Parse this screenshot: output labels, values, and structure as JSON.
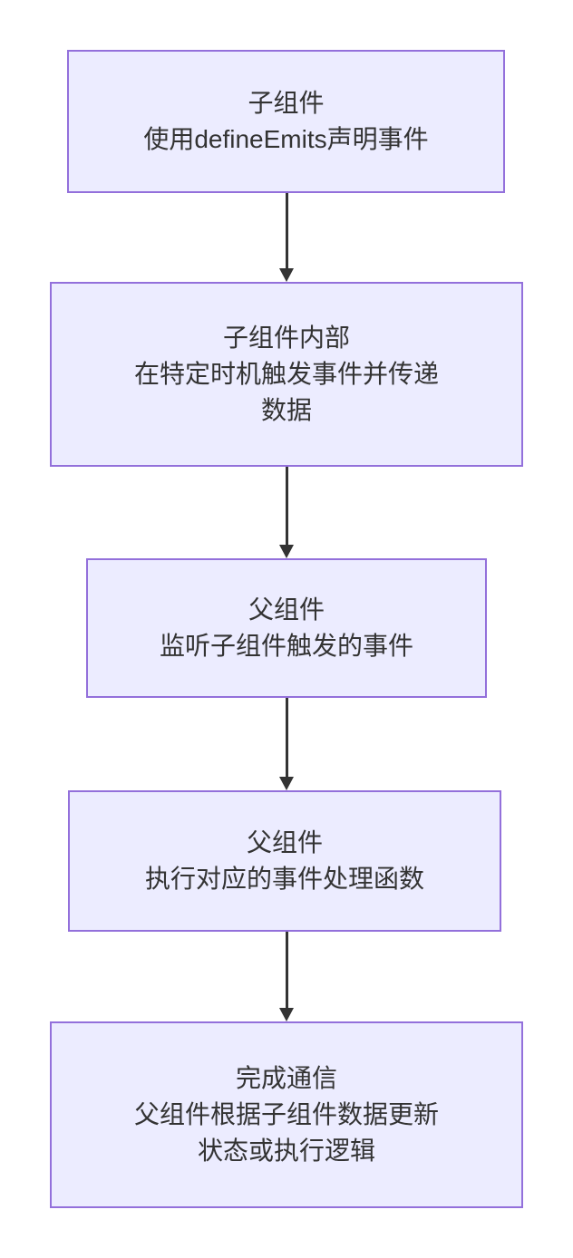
{
  "diagram": {
    "type": "flowchart",
    "direction": "top-to-bottom",
    "background": "#ffffff",
    "colors": {
      "node_fill": "#ECECFF",
      "node_border": "#9370DB",
      "edge": "#333333",
      "text": "#333333"
    },
    "nodes": [
      {
        "id": "step-1",
        "label": "子组件\n使用defineEmits声明事件"
      },
      {
        "id": "step-2",
        "label": "子组件内部\n在特定时机触发事件并传递\n数据"
      },
      {
        "id": "step-3",
        "label": "父组件\n监听子组件触发的事件"
      },
      {
        "id": "step-4",
        "label": "父组件\n执行对应的事件处理函数"
      },
      {
        "id": "step-5",
        "label": "完成通信\n父组件根据子组件数据更新\n状态或执行逻辑"
      }
    ],
    "edges": [
      {
        "from": "step-1",
        "to": "step-2",
        "arrow": "down"
      },
      {
        "from": "step-2",
        "to": "step-3",
        "arrow": "down"
      },
      {
        "from": "step-3",
        "to": "step-4",
        "arrow": "down"
      },
      {
        "from": "step-4",
        "to": "step-5",
        "arrow": "down"
      }
    ]
  }
}
